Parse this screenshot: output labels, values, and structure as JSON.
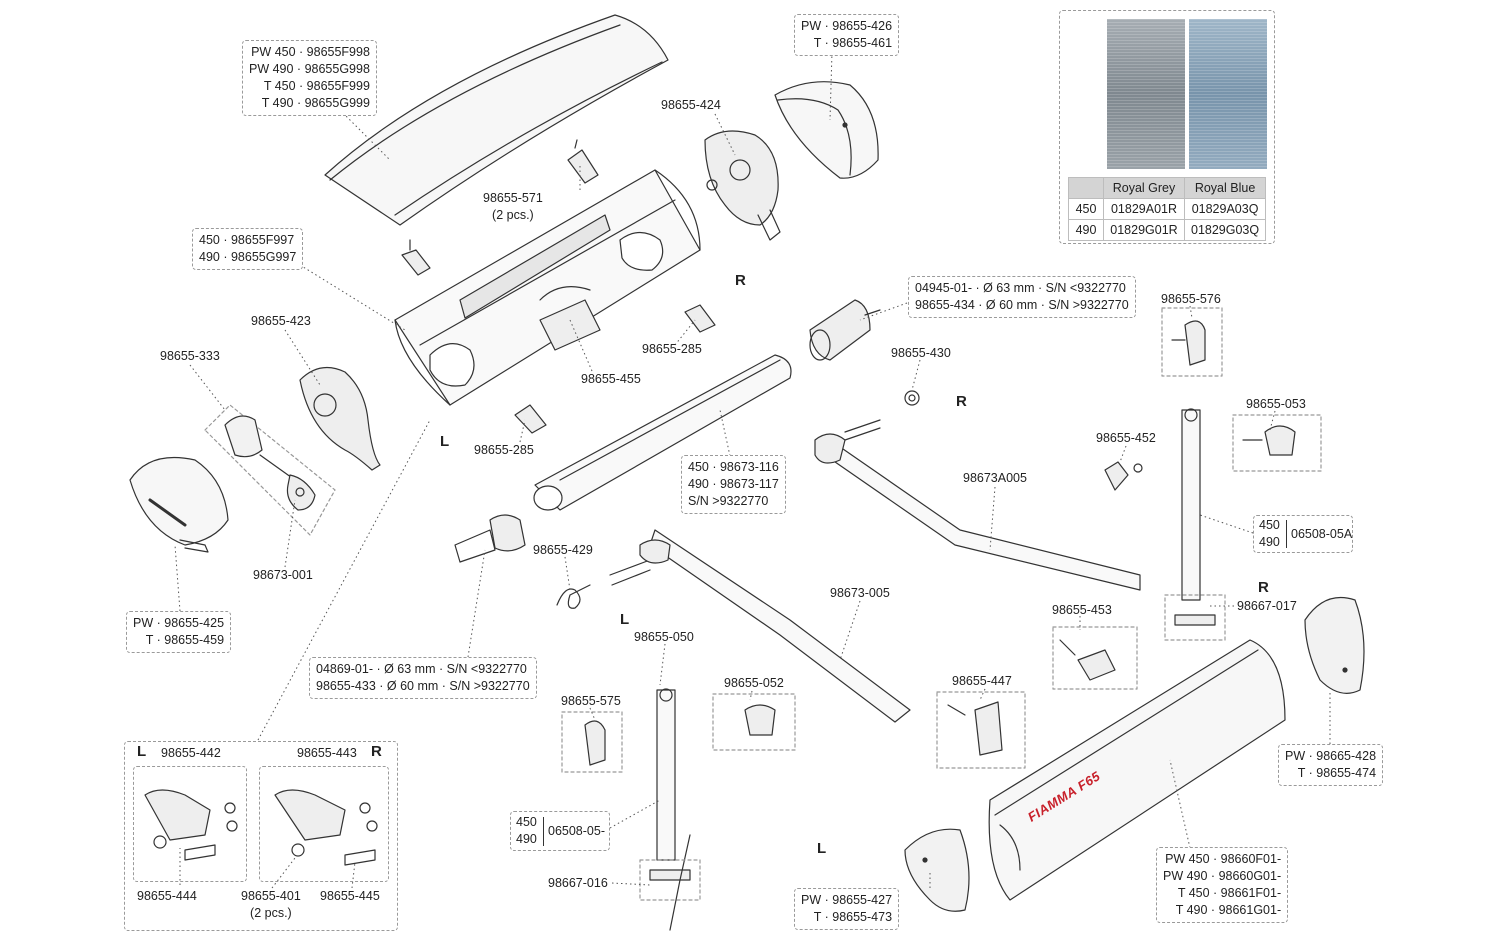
{
  "labels": {
    "cover_top": [
      "PW 450 · 98655F998",
      "PW 490 · 98655G998",
      "T 450 · 98655F999",
      "T 490 · 98655G999"
    ],
    "cap_r_top": [
      "PW · 98655-426",
      "T · 98655-461"
    ],
    "p571": "98655-571",
    "p571_qty": "(2 pcs.)",
    "p424": "98655-424",
    "case_box": [
      "450 · 98655F997",
      "490 · 98655G997"
    ],
    "p423": "98655-423",
    "p333": "98655-333",
    "p455": "98655-455",
    "p285a": "98655-285",
    "p285b": "98655-285",
    "p001": "98673-001",
    "cap_l_box": [
      "PW · 98655-425",
      "T · 98655-459"
    ],
    "tube_box": [
      "450 · 98673-116",
      "490 · 98673-117",
      "S/N >9322770"
    ],
    "plug_r_box": [
      "04945-01- · Ø 63 mm · S/N <9322770",
      "98655-434 · Ø 60 mm · S/N >9322770"
    ],
    "p430": "98655-430",
    "plug_l_box": [
      "04869-01- · Ø 63 mm · S/N <9322770",
      "98655-433 · Ø 60 mm · S/N >9322770"
    ],
    "p429": "98655-429",
    "pa005r": "98673A005",
    "p005": "98673-005",
    "p576": "98655-576",
    "p053": "98655-053",
    "p452": "98655-452",
    "leg_r_box": {
      "sizes": [
        "450",
        "490"
      ],
      "code": "06508-05A"
    },
    "p017": "98667-017",
    "p453": "98655-453",
    "p447": "98655-447",
    "p050": "98655-050",
    "p052": "98655-052",
    "p575": "98655-575",
    "leg_l_box": {
      "sizes": [
        "450",
        "490"
      ],
      "code": "06508-05-"
    },
    "p016": "98667-016",
    "front_r_box": [
      "PW · 98665-428",
      "T · 98655-474"
    ],
    "front_l_box": [
      "PW · 98655-427",
      "T · 98655-473"
    ],
    "rail_box": [
      "PW 450 · 98660F01-",
      "PW 490 · 98660G01-",
      "T 450 · 98661F01-",
      "T 490 · 98661G01-"
    ],
    "kit": {
      "l": "L",
      "l_code": "98655-442",
      "r_code": "98655-443",
      "r": "R",
      "p444": "98655-444",
      "p401": "98655-401",
      "p401_qty": "(2 pcs.)",
      "p445": "98655-445"
    },
    "sides": {
      "r1": "R",
      "l1": "L",
      "r2": "R",
      "l2": "L",
      "r3": "R",
      "l3": "L"
    }
  },
  "fabric": {
    "columns": [
      "",
      "Royal Grey",
      "Royal Blue"
    ],
    "rows": [
      [
        "450",
        "01829A01R",
        "01829A03Q"
      ],
      [
        "490",
        "01829G01R",
        "01829G03Q"
      ]
    ],
    "swatches": [
      {
        "name": "Royal Grey",
        "color": "#8e969d"
      },
      {
        "name": "Royal Blue",
        "color": "#86a0b5"
      }
    ]
  },
  "brand": {
    "logo": "FIAMMA F65",
    "logo_color": "#c8202a"
  }
}
